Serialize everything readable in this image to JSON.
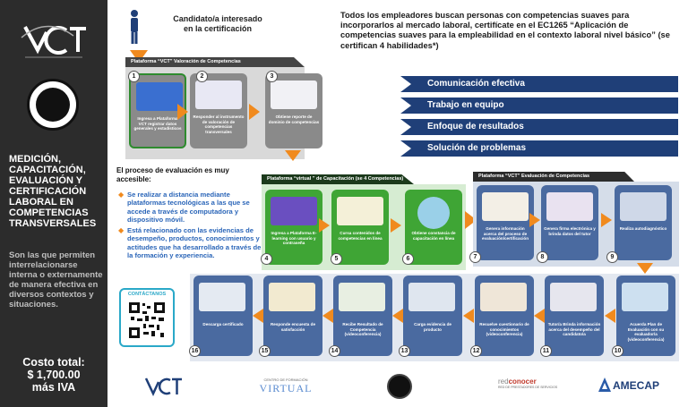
{
  "sidebar": {
    "logo_text": "VCT",
    "title": "MEDICIÓN, CAPACITACIÓN, EVALUACIÓN Y CERTIFICACIÓN LABORAL EN COMPETENCIAS TRANSVERSALES",
    "description": "Son las que permiten interrelacionarse interna o externamente de manera efectiva en diversos contextos y situaciones.",
    "cost_line1": "Costo total:",
    "cost_line2": "$ 1,700.00",
    "cost_line3": "más IVA"
  },
  "candidate": {
    "line1": "Candidato/a interesado",
    "line2": "en la certificación"
  },
  "headline": "Todos los empleadores buscan personas con competencias suaves para incorporarlos al mercado laboral, certifícate en el EC1265 “Aplicación de competencias suaves para la empleabilidad en el contexto laboral nivel básico” (se certifican 4 habilidades*)",
  "skills": [
    "Comunicación efectiva",
    "Trabajo en equipo",
    "Enfoque de resultados",
    "Solución de problemas"
  ],
  "sections": {
    "valoracion": "Plataforma “VCT” Valoración de Competencias",
    "capacitacion": "Plataforma “virtual ” de Capacitación (se 4 Competencias)",
    "evaluacion": "Plataforma “VCT”   Evaluación de Competencias"
  },
  "evaluation": {
    "title": "El proceso de evaluación es muy accesible:",
    "bullet1": "Se realizar a distancia mediante plataformas tecnológicas a las que se accede a través de computadora y dispositivo móvil.",
    "bullet2": "Está relacionado con las evidencias de desempeño, productos, conocimientos y actitudes que ha desarrollado a través de la formación y experiencia."
  },
  "steps": [
    {
      "num": "1",
      "label": "Ingresa a Plataforma VCT registrar datos generales y estadísticos"
    },
    {
      "num": "2",
      "label": "Responder al instrumento de valoración de competencias transversales"
    },
    {
      "num": "3",
      "label": "Obtiene reporte de dominio de competencias"
    },
    {
      "num": "4",
      "label": "Ingresa a Plataforma E-learning con usuario y contraseña"
    },
    {
      "num": "5",
      "label": "Cursa contenidos de competencias en línea"
    },
    {
      "num": "6",
      "label": "Obtiene constancia de capacitación en línea"
    },
    {
      "num": "7",
      "label": "Genera información acerca del proceso de evaluación/certificación"
    },
    {
      "num": "8",
      "label": "Genera firma electrónica y brinda datos del tutor"
    },
    {
      "num": "9",
      "label": "Realiza autodiagnóstico"
    },
    {
      "num": "10",
      "label": "Acuerda Plan de Evaluación con su evaluador/a (videoconferencia)"
    },
    {
      "num": "11",
      "label": "Tutor/a Brinda información acerca del desempeño del candidato/a"
    },
    {
      "num": "12",
      "label": "Resuelve cuestionario de conocimientos (videoconferencia)"
    },
    {
      "num": "13",
      "label": "Carga evidencia de producto"
    },
    {
      "num": "14",
      "label": "Recibe Resultado de Competencia (videoconferencia)"
    },
    {
      "num": "15",
      "label": "Responde encuesta de satisfacción"
    },
    {
      "num": "16",
      "label": "Descarga certificado"
    }
  ],
  "contact": {
    "title": "CONTÁCTANOS"
  },
  "footer": {
    "vct": "VCT",
    "virtual_small": "CENTRO DE FORMACIÓN",
    "virtual": "VIRTUAL",
    "conocer_red": "red",
    "conocer": "conocer",
    "conocer_sub": "RED DE PRESTADORES DE SERVICIOS",
    "amecap": "AMECAP"
  },
  "colors": {
    "sidebar": "#2c2c2c",
    "banner": "#1f3f78",
    "valoracion": "#8a8a8a",
    "capacitacion": "#3fa535",
    "evaluacion": "#4a6aa0",
    "arrow": "#f08a1e"
  }
}
